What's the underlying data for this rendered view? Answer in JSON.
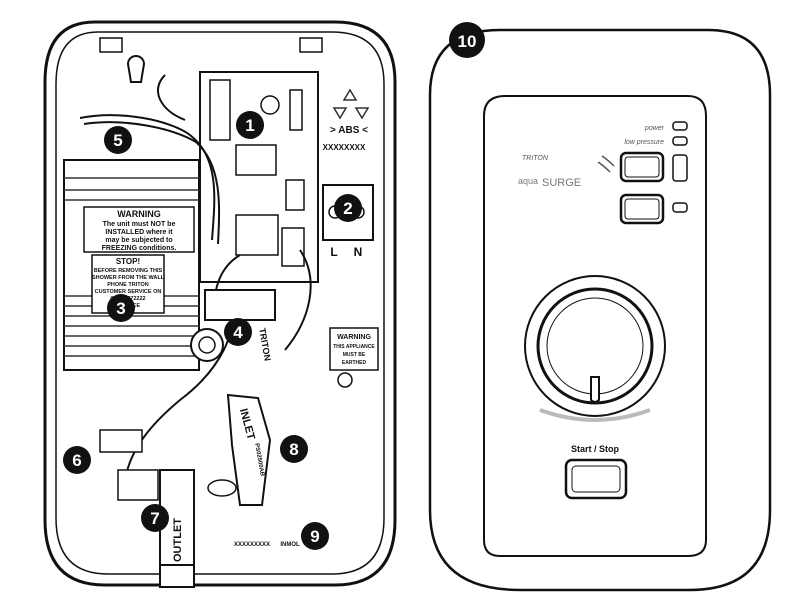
{
  "callouts": [
    "1",
    "2",
    "3",
    "4",
    "5",
    "6",
    "7",
    "8",
    "9",
    "10"
  ],
  "open_unit": {
    "recycle_code": "> ABS <",
    "serial_label": "XXXXXXXX",
    "terminal_left": "L",
    "terminal_right": "N",
    "warning_title": "WARNING",
    "warning_line1": "The unit must NOT be",
    "warning_line2": "INSTALLED where it",
    "warning_line3": "may be subjected to",
    "warning_line4": "FREEZING conditions.",
    "stop_title": "STOP!",
    "stop_line1": "BEFORE REMOVING THIS",
    "stop_line2": "SHOWER FROM THE WALL",
    "stop_line3": "PHONE TRITON",
    "stop_line4": "CUSTOMER SERVICE ON",
    "stop_line5": "0247 6372222",
    "stop_line6": "SERVICE",
    "earth_title": "WARNING",
    "earth_line1": "THIS APPLIANCE",
    "earth_line2": "MUST BE",
    "earth_line3": "EARTHED",
    "brand_vertical": "TRITON",
    "inlet_label": "INLET",
    "outlet_label": "OUTLET",
    "inlet_code": "PS02500AB",
    "bottom_serial": "XXXXXXXXX",
    "bottom_code": "INMOL"
  },
  "front_unit": {
    "brand": "TRITON",
    "model_prefix": "aqua",
    "model_name": "SURGE",
    "power_label": "power",
    "low_pressure_label": "low pressure",
    "start_stop_label": "Start / Stop"
  }
}
